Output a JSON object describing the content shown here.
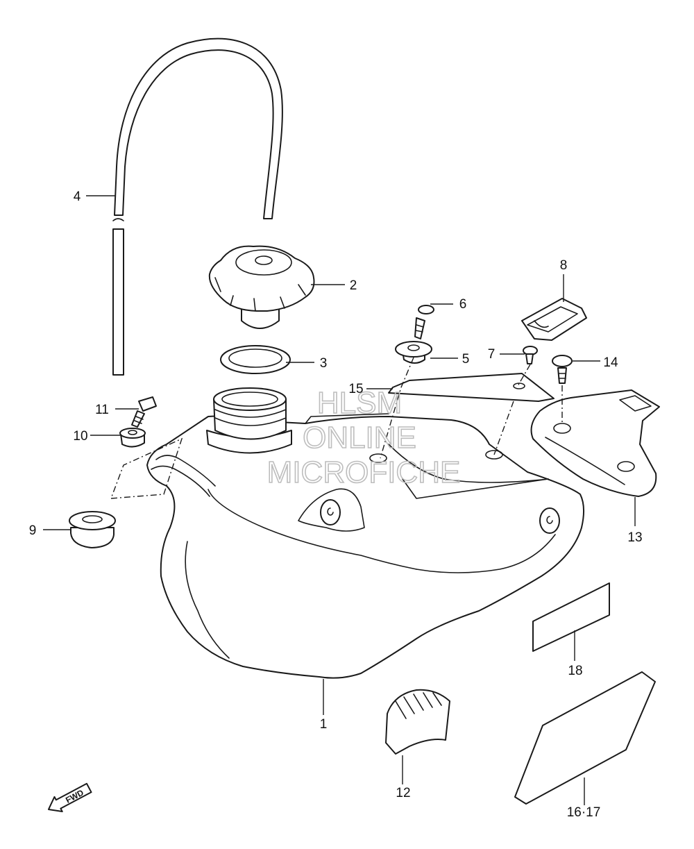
{
  "watermark": {
    "line1": "HLSM",
    "line2": "ONLINE",
    "line3": "MICROFICHE",
    "color": "#bdbdbd"
  },
  "direction_marker": {
    "label": "FWD",
    "icon": "fwd-arrow-icon"
  },
  "callouts": {
    "p1": "1",
    "p2": "2",
    "p3": "3",
    "p4": "4",
    "p5": "5",
    "p6": "6",
    "p7": "7",
    "p8": "8",
    "p9": "9",
    "p10": "10",
    "p11": "11",
    "p12": "12",
    "p13": "13",
    "p14": "14",
    "p15": "15",
    "p16_17": "16·17",
    "p18": "18"
  }
}
